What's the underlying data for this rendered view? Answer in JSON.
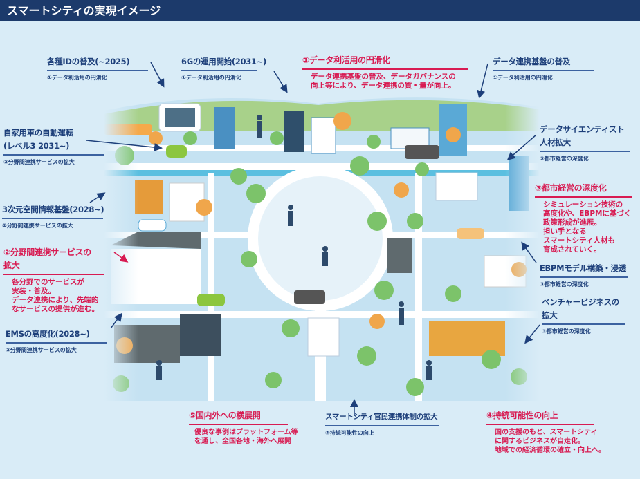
{
  "title": "スマートシティの実現イメージ",
  "annotations": {
    "id": {
      "heading": "各種IDの普及(~2025)",
      "sub": "①データ利活用の円滑化"
    },
    "g6": {
      "heading": "6Gの運用開始(2031~)",
      "sub": "①データ利活用の円滑化"
    },
    "pillar1": {
      "heading": "①データ利活用の円滑化",
      "body": [
        "データ連携基盤の普及、データガバナンスの",
        "向上等により、データ連携の質・量が向上。"
      ]
    },
    "platform": {
      "heading": "データ連携基盤の普及",
      "sub": "①データ利活用の円滑化"
    },
    "autodrive": {
      "heading": [
        "自家用車の自動運転",
        "(レベル3 2031~)"
      ],
      "sub": "②分野間連携サービスの拡大"
    },
    "datasci": {
      "heading": [
        "データサイエンティスト",
        "人材拡大"
      ],
      "sub": "③都市経営の深度化"
    },
    "pillar3": {
      "heading": "③都市経営の深度化",
      "body": [
        "シミュレーション技術の",
        "高度化や、EBPMに基づく",
        "政策形成が進展。",
        "担い手となる",
        "スマートシティ人材も",
        "育成されていく。"
      ]
    },
    "space3d": {
      "heading": "3次元空間情報基盤(2028~)",
      "sub": "②分野間連携サービスの拡大"
    },
    "pillar2": {
      "heading": [
        "②分野間連携サービスの",
        "拡大"
      ],
      "body": [
        "各分野でのサービスが",
        "実装・普及。",
        "データ連携により、先端的",
        "なサービスの提供が進む。"
      ]
    },
    "ebpm": {
      "heading": "EBPMモデル構築・浸透",
      "sub": "③都市経営の深度化"
    },
    "venture": {
      "heading": [
        "ベンチャービジネスの",
        "拡大"
      ],
      "sub": "③都市経営の深度化"
    },
    "ems": {
      "heading": "EMSの高度化(2028~)",
      "sub": "②分野間連携サービスの拡大"
    },
    "pillar5": {
      "heading": "⑤国内外への横展開",
      "body": [
        "優良な事例はプラットフォーム等",
        "を通し、全国各地・海外へ展開"
      ]
    },
    "ppp": {
      "heading": "スマートシティ官民連携体制の拡大",
      "sub": "④持続可能性の向上"
    },
    "pillar4": {
      "heading": "④持続可能性の向上",
      "body": [
        "国の支援のもと、スマートシティ",
        "に関するビジネスが自走化。",
        "地域での経済循環の確立・向上へ。"
      ]
    }
  },
  "colors": {
    "navy": "#1d3f7a",
    "red": "#d81b52",
    "background": "#d9ecf7"
  }
}
